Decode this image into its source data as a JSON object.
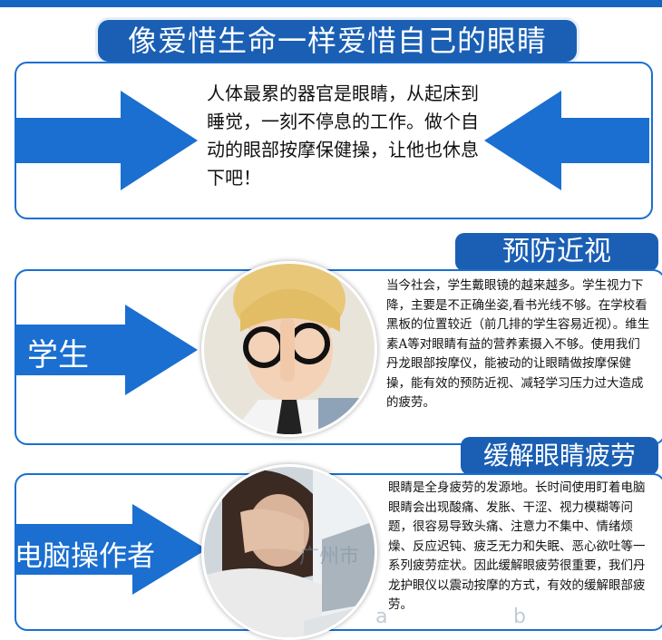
{
  "header": {
    "title": "像爱惜生命一样爱惜自己的眼睛"
  },
  "intro": {
    "text": "人体最累的器官是眼睛，从起床到睡觉，一刻不停息的工作。做个自动的眼部按摩保健操，让他也休息下吧！"
  },
  "section_student": {
    "tab": "预防近视",
    "label": "学生",
    "text": "当今社会，学生戴眼镜的越来越多。学生视力下降，主要是不正确坐姿,看书光线不够。在学校看黑板的位置较近（前几排的学生容易近视）。维生素A等对眼睛有益的营养素摄入不够。使用我们丹龙眼部按摩仪，能被动的让眼睛做按摩保健操，能有效的预防近视、减轻学习压力过大造成的疲劳。"
  },
  "section_computer": {
    "tab": "缓解眼睛疲劳",
    "label": "电脑操作者",
    "text": "眼睛是全身疲劳的发源地。长时间使用盯着电脑眼睛会出现酸痛、发胀、干涩、视力模糊等问题，很容易导致头痛、注意力不集中、情绪烦燥、反应迟钝、疲乏无力和失眠、恶心欲吐等一系列疲劳症状。因此缓解眼疲劳很重要，我们丹龙护眼仪以震动按摩的方式，有效的缓解眼部疲劳。"
  },
  "watermark": {
    "text": "广州市",
    "text2": "a",
    "text3": "b"
  },
  "colors": {
    "brand_blue": "#1a5fb4",
    "border_blue": "#1a6fd0",
    "arrow_blue": "#1a6fd0"
  }
}
